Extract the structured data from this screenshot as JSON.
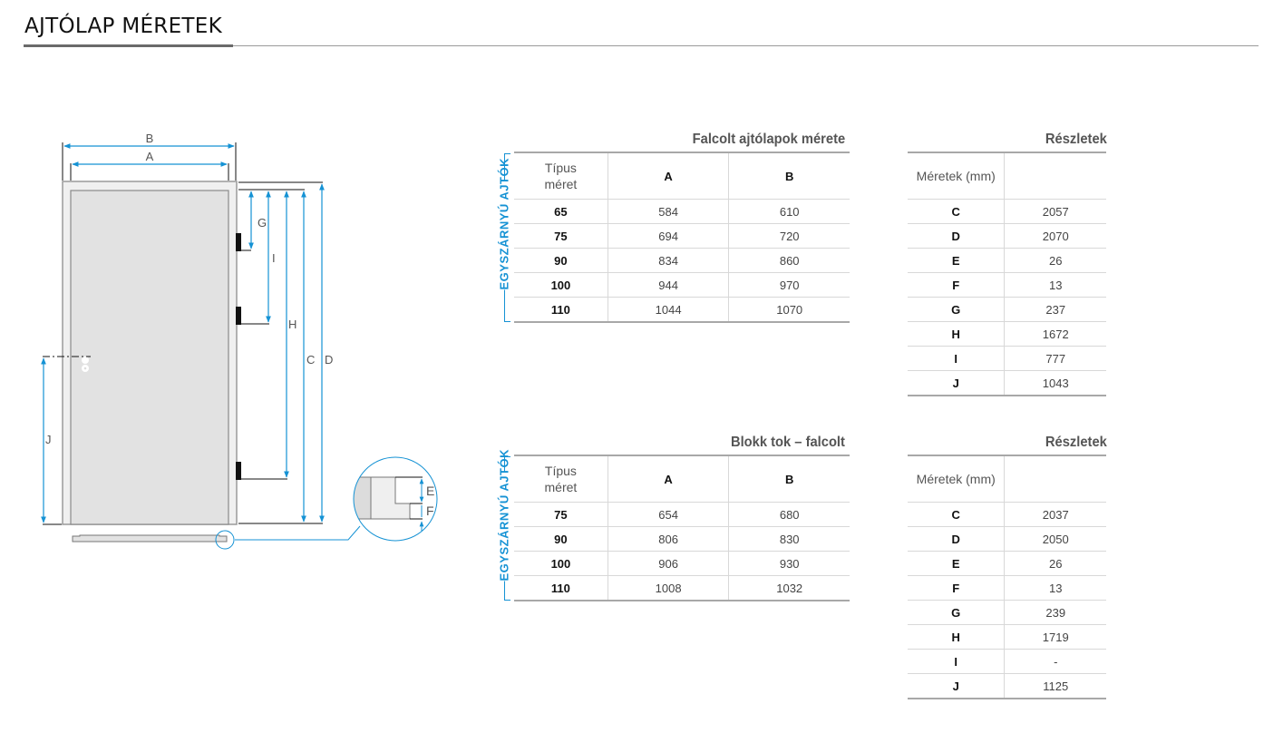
{
  "page": {
    "title": "AJTÓLAP MÉRETEK"
  },
  "diagram": {
    "labels": {
      "A": "A",
      "B": "B",
      "C": "C",
      "D": "D",
      "E": "E",
      "F": "F",
      "G": "G",
      "H": "H",
      "I": "I",
      "J": "J"
    },
    "accent_color": "#1592d4"
  },
  "tables": {
    "falcolt": {
      "title": "Falcolt ajtólapok mérete",
      "side_label": "EGYSZÁRNYÚ AJTÓK",
      "headers": [
        "Típus méret",
        "A",
        "B"
      ],
      "rows": [
        [
          "65",
          "584",
          "610"
        ],
        [
          "75",
          "694",
          "720"
        ],
        [
          "90",
          "834",
          "860"
        ],
        [
          "100",
          "944",
          "970"
        ],
        [
          "110",
          "1044",
          "1070"
        ]
      ]
    },
    "falcolt_details": {
      "title": "Részletek",
      "header": "Méretek (mm)",
      "rows": [
        [
          "C",
          "2057"
        ],
        [
          "D",
          "2070"
        ],
        [
          "E",
          "26"
        ],
        [
          "F",
          "13"
        ],
        [
          "G",
          "237"
        ],
        [
          "H",
          "1672"
        ],
        [
          "I",
          "777"
        ],
        [
          "J",
          "1043"
        ]
      ]
    },
    "blokk": {
      "title": "Blokk tok – falcolt",
      "side_label": "EGYSZÁRNYÚ AJTÓK",
      "headers": [
        "Típus méret",
        "A",
        "B"
      ],
      "rows": [
        [
          "75",
          "654",
          "680"
        ],
        [
          "90",
          "806",
          "830"
        ],
        [
          "100",
          "906",
          "930"
        ],
        [
          "110",
          "1008",
          "1032"
        ]
      ]
    },
    "blokk_details": {
      "title": "Részletek",
      "header": "Méretek (mm)",
      "rows": [
        [
          "C",
          "2037"
        ],
        [
          "D",
          "2050"
        ],
        [
          "E",
          "26"
        ],
        [
          "F",
          "13"
        ],
        [
          "G",
          "239"
        ],
        [
          "H",
          "1719"
        ],
        [
          "I",
          "-"
        ],
        [
          "J",
          "1125"
        ]
      ]
    }
  }
}
